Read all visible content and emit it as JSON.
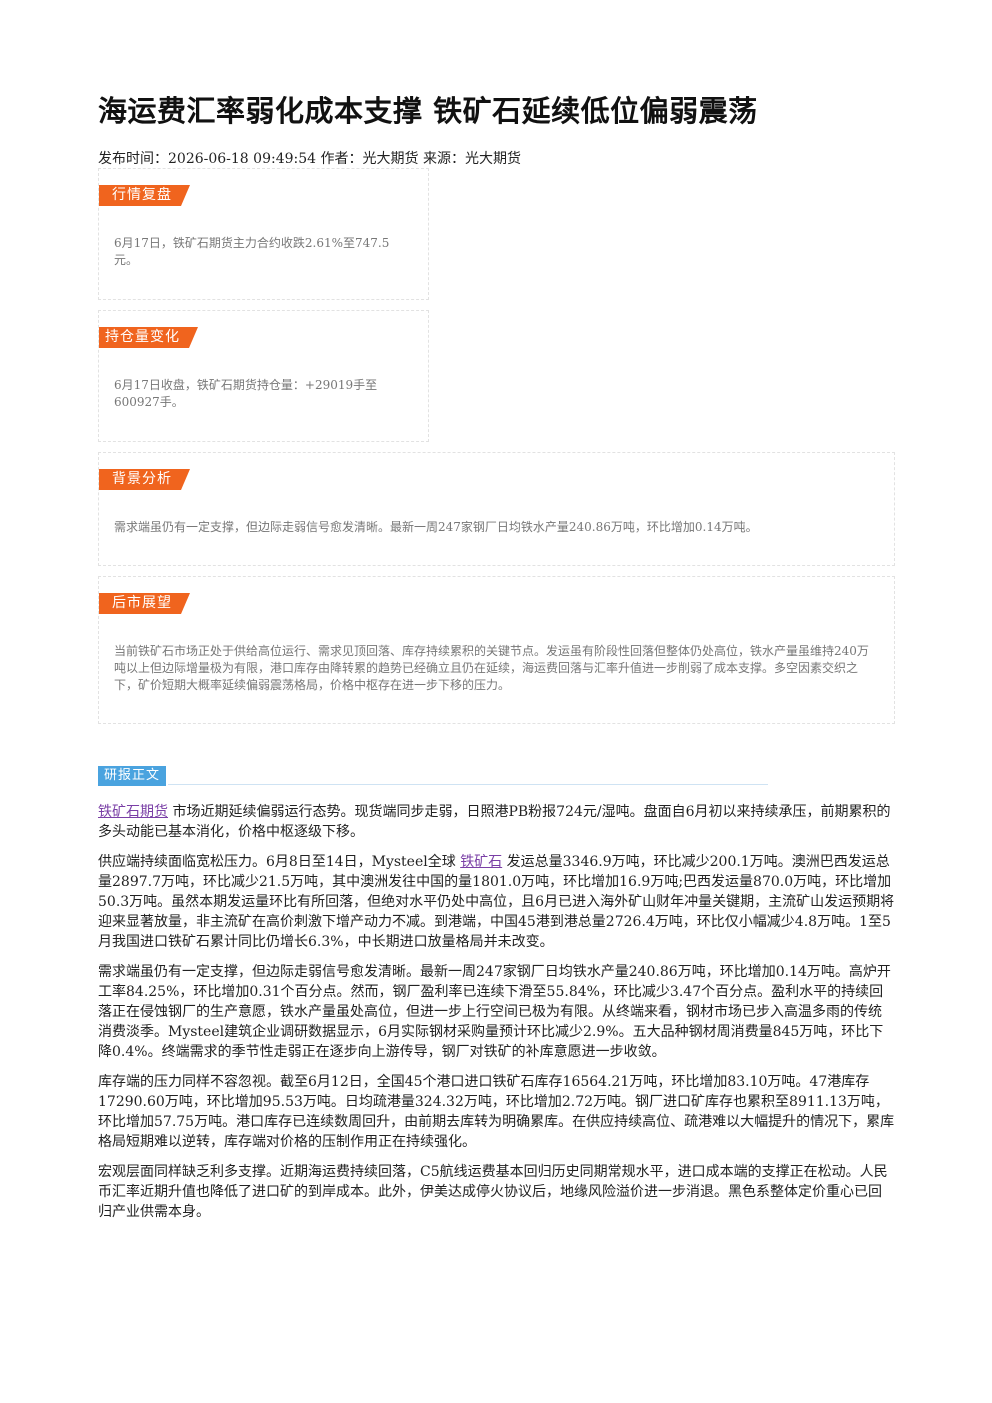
{
  "title": "海运费汇率弱化成本支撑 铁矿石延续低位偏弱震荡",
  "meta": "发布时间：2026-06-18 09:49:54 作者：光大期货 来源：光大期货",
  "sections": [
    {
      "tag": "行情复盘",
      "text": "6月17日，铁矿石期货主力合约收跌2.61%至747.5元。"
    },
    {
      "tag": "持仓量变化",
      "text": "6月17日收盘，铁矿石期货持仓量：+29019手至600927手。"
    },
    {
      "tag": "背景分析",
      "text": "需求端虽仍有一定支撑，但边际走弱信号愈发清晰。最新一周247家钢厂日均铁水产量240.86万吨，环比增加0.14万吨。"
    },
    {
      "tag": "后市展望",
      "text": "当前铁矿石市场正处于供给高位运行、需求见顶回落、库存持续累积的关键节点。发运虽有阶段性回落但整体仍处高位，铁水产量虽维持240万吨以上但边际增量极为有限，港口库存由降转累的趋势已经确立且仍在延续，海运费回落与汇率升值进一步削弱了成本支撑。多空因素交织之下，矿价短期大概率延续偏弱震荡格局，价格中枢存在进一步下移的压力。"
    }
  ],
  "report": {
    "tag": "研报正文",
    "p1_link": "铁矿石期货",
    "p1_rest": "市场近期延续偏弱运行态势。现货端同步走弱，日照港PB粉报724元/湿吨。盘面自6月初以来持续承压，前期累积的多头动能已基本消化，价格中枢逐级下移。",
    "p2_pre": "供应端持续面临宽松压力。6月8日至14日，Mysteel全球",
    "p2_link": "铁矿石",
    "p2_rest": "发运总量3346.9万吨，环比减少200.1万吨。澳洲巴西发运总量2897.7万吨，环比减少21.5万吨，其中澳洲发往中国的量1801.0万吨，环比增加16.9万吨;巴西发运量870.0万吨，环比增加50.3万吨。虽然本期发运量环比有所回落，但绝对水平仍处中高位，且6月已进入海外矿山财年冲量关键期，主流矿山发运预期将迎来显著放量，非主流矿在高价刺激下增产动力不减。到港端，中国45港到港总量2726.4万吨，环比仅小幅减少4.8万吨。1至5月我国进口铁矿石累计同比仍增长6.3%，中长期进口放量格局并未改变。",
    "p3": "需求端虽仍有一定支撑，但边际走弱信号愈发清晰。最新一周247家钢厂日均铁水产量240.86万吨，环比增加0.14万吨。高炉开工率84.25%，环比增加0.31个百分点。然而，钢厂盈利率已连续下滑至55.84%，环比减少3.47个百分点。盈利水平的持续回落正在侵蚀钢厂的生产意愿，铁水产量虽处高位，但进一步上行空间已极为有限。从终端来看，钢材市场已步入高温多雨的传统消费淡季。Mysteel建筑企业调研数据显示，6月实际钢材采购量预计环比减少2.9%。五大品种钢材周消费量845万吨，环比下降0.4%。终端需求的季节性走弱正在逐步向上游传导，钢厂对铁矿的补库意愿进一步收敛。",
    "p4": "库存端的压力同样不容忽视。截至6月12日，全国45个港口进口铁矿石库存16564.21万吨，环比增加83.10万吨。47港库存17290.60万吨，环比增加95.53万吨。日均疏港量324.32万吨，环比增加2.72万吨。钢厂进口矿库存也累积至8911.13万吨，环比增加57.75万吨。港口库存已连续数周回升，由前期去库转为明确累库。在供应持续高位、疏港难以大幅提升的情况下，累库格局短期难以逆转，库存端对价格的压制作用正在持续强化。",
    "p5": "宏观层面同样缺乏利多支撑。近期海运费持续回落，C5航线运费基本回归历史同期常规水平，进口成本端的支撑正在松动。人民币汇率近期升值也降低了进口矿的到岸成本。此外，伊美达成停火协议后，地缘风险溢价进一步消退。黑色系整体定价重心已回归产业供需本身。"
  }
}
